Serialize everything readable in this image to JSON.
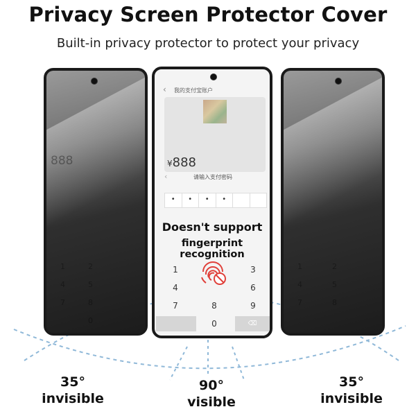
{
  "title": "Privacy Screen Protector Cover",
  "subtitle": "Built-in privacy protector to protect your privacy",
  "middle_phone": {
    "header": "我的支付宝账户",
    "pay_title": "请输入支付密码",
    "amount_symbol": "¥",
    "amount": "888",
    "pin_dots": [
      "•",
      "•",
      "•",
      "•",
      "",
      ""
    ],
    "overlay_line1": "Doesn't support",
    "overlay_line2": "fingerprint recognition",
    "keypad": [
      "1",
      "3",
      "4",
      "6",
      "7",
      "8",
      "9",
      "0"
    ]
  },
  "side_phone_ghost": {
    "amount": "888",
    "keys": [
      "1",
      "2",
      "4",
      "5",
      "7",
      "8",
      "0"
    ]
  },
  "angles": {
    "left": {
      "degrees": "35°",
      "label": "invisible"
    },
    "middle": {
      "degrees": "90°",
      "label": "visible"
    },
    "right": {
      "degrees": "35°",
      "label": "invisible"
    }
  },
  "colors": {
    "arc": "#8fb8d8",
    "fingerprint": "#e0403a"
  }
}
